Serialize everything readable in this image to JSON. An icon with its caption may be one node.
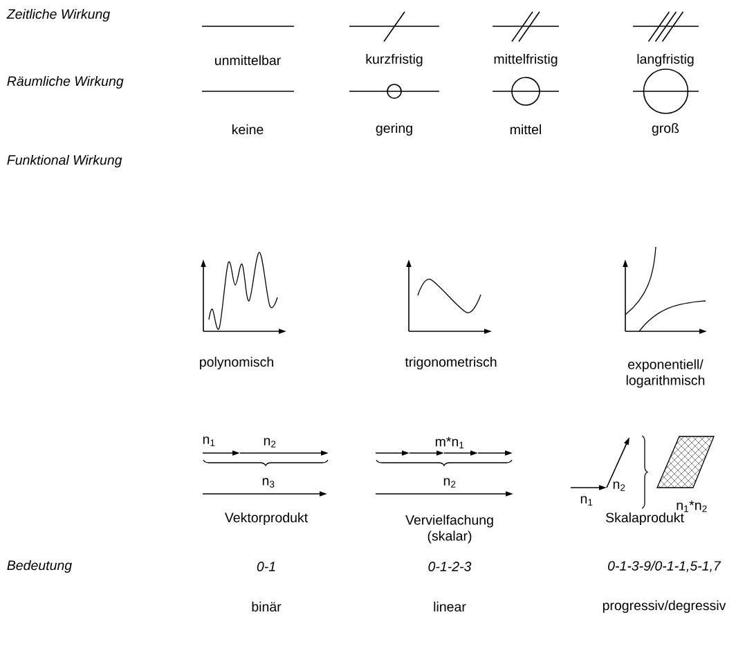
{
  "diagram": {
    "labels": [
      "Zeitliche Wirkung",
      "unmittelbar",
      "kurzfristig",
      "mittelfristig",
      "langfristig",
      "Räumliche Wirkung",
      "keine",
      "gering",
      "mittel",
      "groß",
      "Funktional Wirkung",
      "polynomisch",
      "trigonometrisch",
      "exponentiell/ logarithmisch",
      "n$_{1}$",
      "n$_{2}$",
      "m*n$_{1}$",
      "n$_{3}$",
      "n$_{2}$",
      "n$_{2}$",
      "n$_{1}$",
      "n$_{1}$*n$_{2}$",
      "Vektorprodukt",
      "Vervielfachung (skalar)",
      "Skalaprodukt",
      "Bedeutung",
      "0-1",
      "0-1-2-3",
      "0-1-3-9/0-1-1,5-1,7",
      "binär",
      "linear",
      "progressiv/degressiv"
    ]
  }
}
